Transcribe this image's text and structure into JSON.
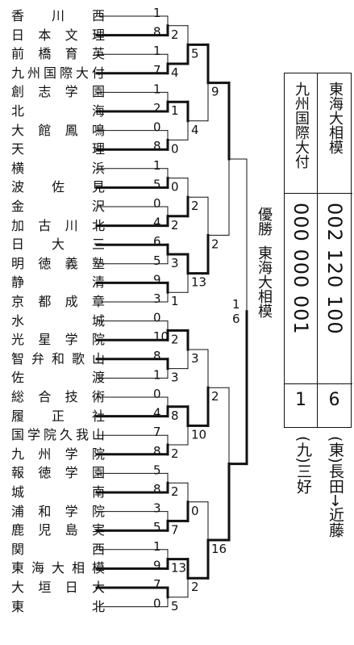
{
  "teams": [
    {
      "name": "香川西",
      "score": "1",
      "segments": [
        "香",
        "川",
        "西"
      ]
    },
    {
      "name": "日本文理",
      "score": "8",
      "segments": [
        "日",
        "本",
        "文",
        "理"
      ]
    },
    {
      "name": "前橋育英",
      "score": "1",
      "segments": [
        "前",
        "橋",
        "育",
        "英"
      ]
    },
    {
      "name": "九州国際大付",
      "score": "7",
      "segments": [
        "九",
        "州",
        "国",
        "際",
        "大",
        "付"
      ]
    },
    {
      "name": "創志学園",
      "score": "1",
      "segments": [
        "創",
        "志",
        "学",
        "園"
      ]
    },
    {
      "name": "北海",
      "score": "2",
      "segments": [
        "北",
        "海"
      ]
    },
    {
      "name": "大館鳳鳴",
      "score": "0",
      "segments": [
        "大",
        "館",
        "鳳",
        "鳴"
      ]
    },
    {
      "name": "天理",
      "score": "8",
      "segments": [
        "天",
        "理"
      ]
    },
    {
      "name": "横浜",
      "score": "1",
      "segments": [
        "横",
        "浜"
      ]
    },
    {
      "name": "波佐見",
      "score": "5",
      "segments": [
        "波",
        "佐",
        "見"
      ]
    },
    {
      "name": "金沢",
      "score": "0",
      "segments": [
        "金",
        "沢"
      ]
    },
    {
      "name": "加古川北",
      "score": "4",
      "segments": [
        "加",
        "古",
        "川",
        "北"
      ]
    },
    {
      "name": "日大三",
      "score": "6",
      "segments": [
        "日",
        "大",
        "三"
      ]
    },
    {
      "name": "明徳義塾",
      "score": "5",
      "segments": [
        "明",
        "徳",
        "義",
        "塾"
      ]
    },
    {
      "name": "静清",
      "score": "9",
      "segments": [
        "静",
        "清"
      ]
    },
    {
      "name": "京都成章",
      "score": "3",
      "segments": [
        "京",
        "都",
        "成",
        "章"
      ]
    },
    {
      "name": "水城",
      "score": "0",
      "segments": [
        "水",
        "城"
      ]
    },
    {
      "name": "光星学院",
      "score": "10",
      "segments": [
        "光",
        "星",
        "学",
        "院"
      ]
    },
    {
      "name": "智弁和歌山",
      "score": "8",
      "segments": [
        "智",
        "弁",
        "和",
        "歌",
        "山"
      ]
    },
    {
      "name": "佐渡",
      "score": "1",
      "segments": [
        "佐",
        "渡"
      ]
    },
    {
      "name": "総合技術",
      "score": "0",
      "segments": [
        "総",
        "合",
        "技",
        "術"
      ]
    },
    {
      "name": "履正社",
      "score": "4",
      "segments": [
        "履",
        "正",
        "社"
      ]
    },
    {
      "name": "国学院久我山",
      "score": "7",
      "segments": [
        "国",
        "学",
        "院",
        "久",
        "我",
        "山"
      ]
    },
    {
      "name": "九州学院",
      "score": "8",
      "segments": [
        "九",
        "州",
        "学",
        "院"
      ]
    },
    {
      "name": "報徳学園",
      "score": "5",
      "segments": [
        "報",
        "徳",
        "学",
        "園"
      ]
    },
    {
      "name": "城南",
      "score": "8",
      "segments": [
        "城",
        "南"
      ]
    },
    {
      "name": "浦和学院",
      "score": "3",
      "segments": [
        "浦",
        "和",
        "学",
        "院"
      ]
    },
    {
      "name": "鹿児島実",
      "score": "5",
      "segments": [
        "鹿",
        "児",
        "島",
        "実"
      ]
    },
    {
      "name": "関西",
      "score": "1",
      "segments": [
        "関",
        "西"
      ]
    },
    {
      "name": "東海大相模",
      "score": "9",
      "segments": [
        "東",
        "海",
        "大",
        "相",
        "模"
      ]
    },
    {
      "name": "大垣日大",
      "score": "7",
      "segments": [
        "大",
        "垣",
        "日",
        "大"
      ]
    },
    {
      "name": "東北",
      "score": "0",
      "segments": [
        "東",
        "北"
      ]
    }
  ],
  "round2": [
    {
      "top": "2",
      "bottom": "4",
      "winner": "bottom"
    },
    {
      "top": "1",
      "bottom": "0",
      "winner": "top"
    },
    {
      "top": "0",
      "bottom": "2",
      "winner": "bottom"
    },
    {
      "top": "3",
      "bottom": "1",
      "winner": "top"
    },
    {
      "top": "2",
      "bottom": "3",
      "winner": "top"
    },
    {
      "top": "8",
      "bottom": "2",
      "winner": "top"
    },
    {
      "top": "2",
      "bottom": "7",
      "winner": "bottom"
    },
    {
      "top": "13",
      "bottom": "5",
      "winner": "top"
    }
  ],
  "quarter": [
    {
      "top": "5",
      "bottom": "4",
      "winner": "top"
    },
    {
      "top": "2",
      "bottom": "13",
      "winner": "bottom"
    },
    {
      "top": "3",
      "bottom": "10",
      "winner": "bottom"
    },
    {
      "top": "0",
      "bottom": "2",
      "winner": "bottom"
    }
  ],
  "semi": [
    {
      "top": "9",
      "bottom": "2",
      "winner": "top"
    },
    {
      "top": "2",
      "bottom": "16",
      "winner": "bottom"
    }
  ],
  "final": {
    "top": "1",
    "bottom": "6",
    "winner": "bottom"
  },
  "winner_label": "優勝",
  "winner_name": "東海大相模",
  "scoreboard": {
    "right": {
      "name": "東海大相模",
      "innings": "002 120 100",
      "total": "6",
      "pitchers_team": "(東)",
      "pitchers": "長田→近藤"
    },
    "left": {
      "name": "九州国際大付",
      "innings": "000 000 001",
      "total": "1",
      "pitchers_team": "(九)",
      "pitchers": "三好"
    }
  }
}
